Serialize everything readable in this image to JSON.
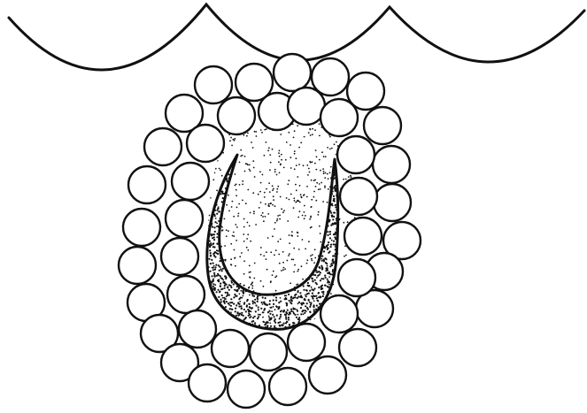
{
  "figure": {
    "labels": [],
    "elements": [
      "scalloped-boundary",
      "outer-sphere-ring",
      "inner-sphere-ring",
      "stippled-core",
      "u-shaped-dark-band"
    ]
  },
  "colors": {
    "ink": "#111111",
    "paper": "#ffffff"
  }
}
